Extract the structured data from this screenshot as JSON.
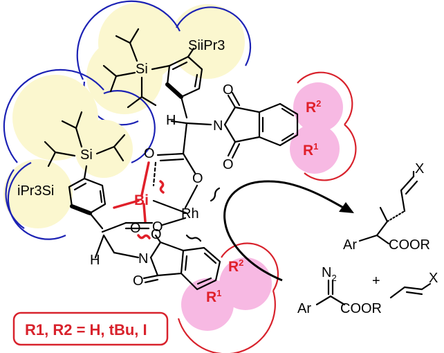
{
  "labels": {
    "si_top_right": "SiiPr3",
    "si_upper": "Si",
    "si_left": "Si",
    "ipr3si_left": "iPr3Si",
    "bi": "Bi",
    "rh": "Rh",
    "h_upper": "H",
    "h_lower": "H",
    "n_upper": "N",
    "n_lower": "N",
    "o": "O",
    "r1": "R",
    "r1_sup": "1",
    "r2": "R",
    "r2_sup": "2",
    "product_ar": "Ar",
    "product_ester": "COOR",
    "product_x": "X",
    "reagent_n2": "N",
    "reagent_n2_sub": "2",
    "reagent_ar": "Ar",
    "reagent_ester": "COOR",
    "plus": "+",
    "alkene_x": "X"
  },
  "legend": {
    "text": "R1, R2 = H, tBu, I"
  },
  "colors": {
    "bulk_fill": "#fbf7cf",
    "bulk_stroke": "#1c22b4",
    "substituent_fill": "#f7b9e3",
    "substituent_stroke": "#d8222c",
    "metal_bond": "#e0202a"
  }
}
